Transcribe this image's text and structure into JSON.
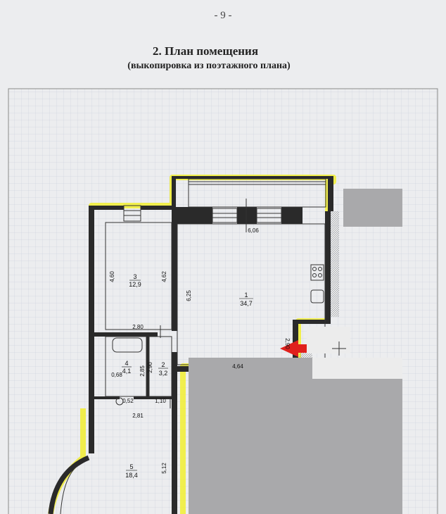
{
  "document": {
    "page_number": "- 9 -",
    "title": "2. План помещения",
    "subtitle": "(выкопировка из поэтажного плана)"
  },
  "rooms": [
    {
      "number": "1",
      "area": "34,7"
    },
    {
      "number": "3",
      "area": "12,9"
    },
    {
      "number": "4",
      "area": "4,1"
    },
    {
      "number": "2",
      "area": "3,2"
    },
    {
      "number": "5",
      "area": "18,4"
    }
  ],
  "dimensions": {
    "d_606": "6,06",
    "d_460": "4,60",
    "d_462": "4,62",
    "d_625": "6,25",
    "d_280": "2,80",
    "d_290": "2,90",
    "d_285": "2,85",
    "d_068": "0,68",
    "d_464": "4,64",
    "d_290b": "2,90",
    "d_052": "0,52",
    "d_110": "1,10",
    "d_281": "2,81",
    "d_512": "5,12"
  },
  "colors": {
    "highlight": "#f2ee3c",
    "wall": "#2a2a2a",
    "arrow": "#e0201c",
    "redaction": "#a9a9ab",
    "grid": "#b9c3cf"
  }
}
